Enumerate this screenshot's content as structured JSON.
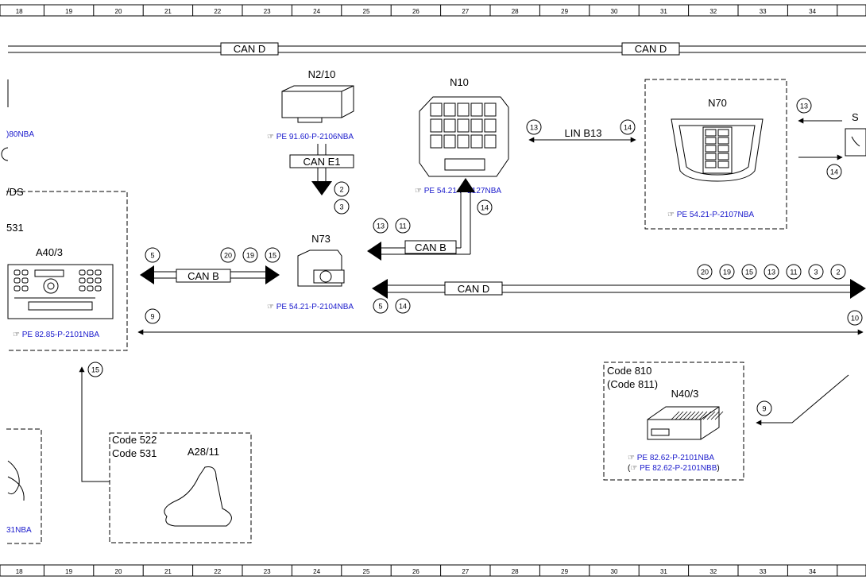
{
  "ruler": {
    "labels": [
      "18",
      "19",
      "20",
      "21",
      "22",
      "23",
      "24",
      "25",
      "26",
      "27",
      "28",
      "29",
      "30",
      "31",
      "32",
      "33",
      "34"
    ]
  },
  "buses": {
    "can_d": "CAN D",
    "can_e1": "CAN E1",
    "can_b": "CAN B",
    "lin_b13": "LIN B13"
  },
  "components": {
    "n2_10": {
      "name": "N2/10",
      "ref": "PE 91.60-P-2106NBA"
    },
    "n10": {
      "name": "N10",
      "ref": "PE 54.21-P-2127NBA"
    },
    "n70": {
      "name": "N70",
      "ref": "PE 54.21-P-2107NBA"
    },
    "n73": {
      "name": "N73",
      "ref": "PE 54.21-P-2104NBA"
    },
    "a40_3": {
      "name": "A40/3",
      "ref": "PE 82.85-P-2101NBA"
    },
    "a28_11": {
      "name": "A28/11",
      "code1": "Code 522",
      "code2": "Code 531"
    },
    "n40_3": {
      "name": "N40/3",
      "code1": "Code 810",
      "code2": "(Code 811)",
      "ref1": "PE 82.62-P-2101NBA",
      "ref2": "PE 82.62-P-2101NBB"
    }
  },
  "edge_fragments": {
    "left_ref": ")80NBA",
    "left_ds": "/DS",
    "left_code": "531",
    "bottom_left_ref": "31NBA",
    "right_s": "S"
  },
  "signals": {
    "n2_10_to_n73": [
      "2",
      "3"
    ],
    "n10_to_n73": [
      "13",
      "11"
    ],
    "n10_out": [
      "14"
    ],
    "lin_left": [
      "13"
    ],
    "lin_right": [
      "14"
    ],
    "n70_right_in": [
      "13"
    ],
    "n70_right_out": [
      "14"
    ],
    "a40_left": [
      "5"
    ],
    "a40_right": [
      "20",
      "19",
      "15"
    ],
    "n73_bottom": [
      "5",
      "14"
    ],
    "can_d_right": [
      "20",
      "19",
      "15",
      "13",
      "11",
      "3",
      "2"
    ],
    "long_line_left": [
      "9"
    ],
    "long_line_right": [
      "10"
    ],
    "antenna": [
      "15"
    ],
    "n40_in": [
      "9"
    ]
  }
}
